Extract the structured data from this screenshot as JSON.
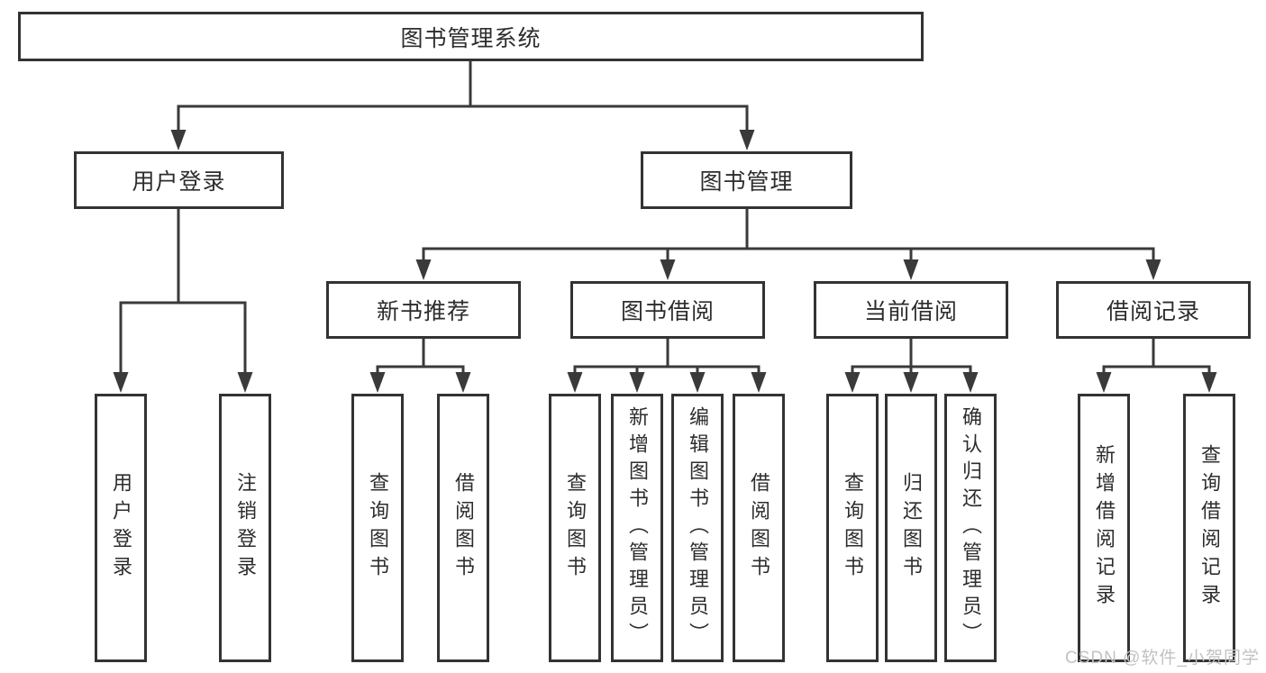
{
  "diagram": {
    "root": {
      "label": "图书管理系统"
    },
    "level2": [
      {
        "label": "用户登录",
        "children": [
          {
            "label": "用户登录"
          },
          {
            "label": "注销登录"
          }
        ]
      },
      {
        "label": "图书管理",
        "children": [
          {
            "label": "新书推荐",
            "children": [
              {
                "label": "查询图书"
              },
              {
                "label": "借阅图书"
              }
            ]
          },
          {
            "label": "图书借阅",
            "children": [
              {
                "label": "查询图书"
              },
              {
                "label": "新增图书（管理员）"
              },
              {
                "label": "编辑图书（管理员）"
              },
              {
                "label": "借阅图书"
              }
            ]
          },
          {
            "label": "当前借阅",
            "children": [
              {
                "label": "查询图书"
              },
              {
                "label": "归还图书"
              },
              {
                "label": "确认归还（管理员）"
              }
            ]
          },
          {
            "label": "借阅记录",
            "children": [
              {
                "label": "新增借阅记录"
              },
              {
                "label": "查询借阅记录"
              }
            ]
          }
        ]
      }
    ]
  },
  "watermark": {
    "text": "CSDN @软件_小贺同学"
  },
  "colors": {
    "line": "#3a3a3a",
    "box_border": "#333333",
    "text": "#2d2d2d",
    "background": "#ffffff",
    "watermark": "#c2c2c2"
  }
}
